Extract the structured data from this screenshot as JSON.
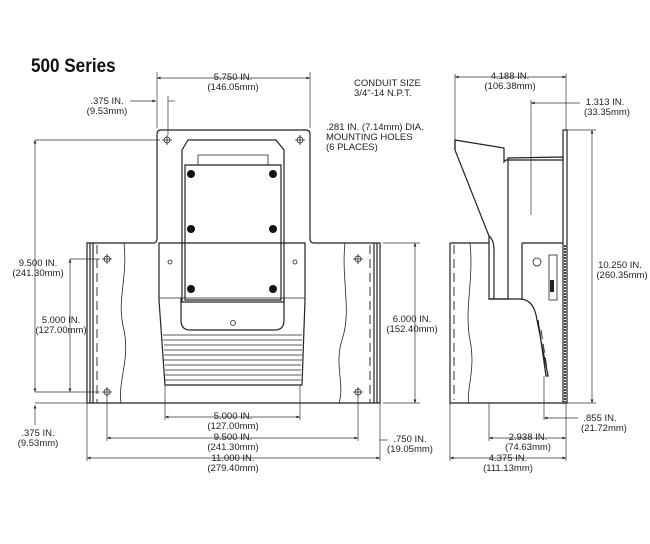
{
  "title": "500 Series",
  "notes": {
    "conduit_line1": "CONDUIT SIZE",
    "conduit_line2": "3/4\"-14 N.P.T.",
    "holes_line1": ".281 IN. (7.14mm) DIA.",
    "holes_line2": "MOUNTING HOLES",
    "holes_line3": "(6 PLACES)"
  },
  "front_dims": {
    "top_width": {
      "in": "5.750 IN.",
      "mm": "(146.05mm)"
    },
    "top_offset": {
      "in": ".375 IN.",
      "mm": "(9.53mm)"
    },
    "left_height": {
      "in": "9.500 IN.",
      "mm": "(241.30mm)"
    },
    "hole_vertical": {
      "in": "5.000 IN.",
      "mm": "(127.00mm)"
    },
    "right_height": {
      "in": "6.000 IN.",
      "mm": "(152.40mm)"
    },
    "bottom_offset": {
      "in": ".375 IN.",
      "mm": "(9.53mm)"
    },
    "inner_width": {
      "in": "5.000 IN.",
      "mm": "(127.00mm)"
    },
    "hole_span": {
      "in": "9.500 IN.",
      "mm": "(241.30mm)"
    },
    "total_width": {
      "in": "11.000 IN.",
      "mm": "(279.40mm)"
    },
    "edge_offset": {
      "in": ".750 IN.",
      "mm": "(19.05mm)"
    }
  },
  "side_dims": {
    "top_depth": {
      "in": "4.188 IN.",
      "mm": "(106.38mm)"
    },
    "conduit_offset": {
      "in": "1.313 IN.",
      "mm": "(33.35mm)"
    },
    "total_height": {
      "in": "10.250 IN.",
      "mm": "(260.35mm)"
    },
    "pedal_offset": {
      "in": ".855 IN.",
      "mm": "(21.72mm)"
    },
    "mid_depth": {
      "in": "2.938 IN.",
      "mm": "(74.63mm)"
    },
    "total_depth": {
      "in": "4.375 IN.",
      "mm": "(111.13mm)"
    }
  }
}
